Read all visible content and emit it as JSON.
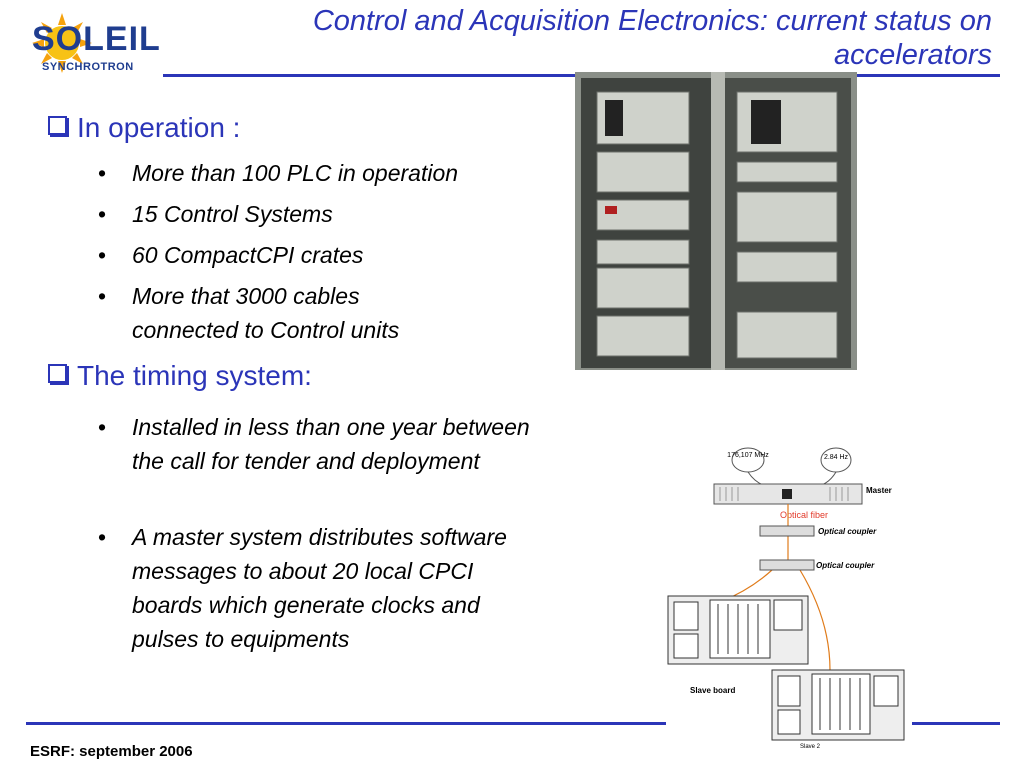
{
  "logo": {
    "name": "SOLEIL",
    "subtitle": "SYNCHROTRON"
  },
  "title": "Control and Acquisition Electronics: current status on accelerators",
  "section1": {
    "heading": "In operation :",
    "bullets": [
      "More than 100 PLC in operation",
      "15 Control Systems",
      "60 CompactCPI crates",
      "More that 3000 cables connected to Control units"
    ]
  },
  "section2": {
    "heading": "The timing system:",
    "bullets": [
      " Installed in less than one year between the call for tender and deployment",
      "A master system distributes software messages to about 20 local CPCI boards which generate clocks and pulses to equipments"
    ]
  },
  "diagram": {
    "clock1": "176,107 MHz",
    "clock2": "2.84 Hz",
    "master_label": "Master",
    "fiber_label": "Optical fiber",
    "coupler1_label": "Optical coupler",
    "coupler2_label": "Optical coupler",
    "slave_board_label": "Slave board",
    "slave2_label": "Slave 2"
  },
  "footer": "ESRF: september 2006",
  "colors": {
    "accent": "#2b35b8",
    "fiber": "#e07b1a"
  }
}
